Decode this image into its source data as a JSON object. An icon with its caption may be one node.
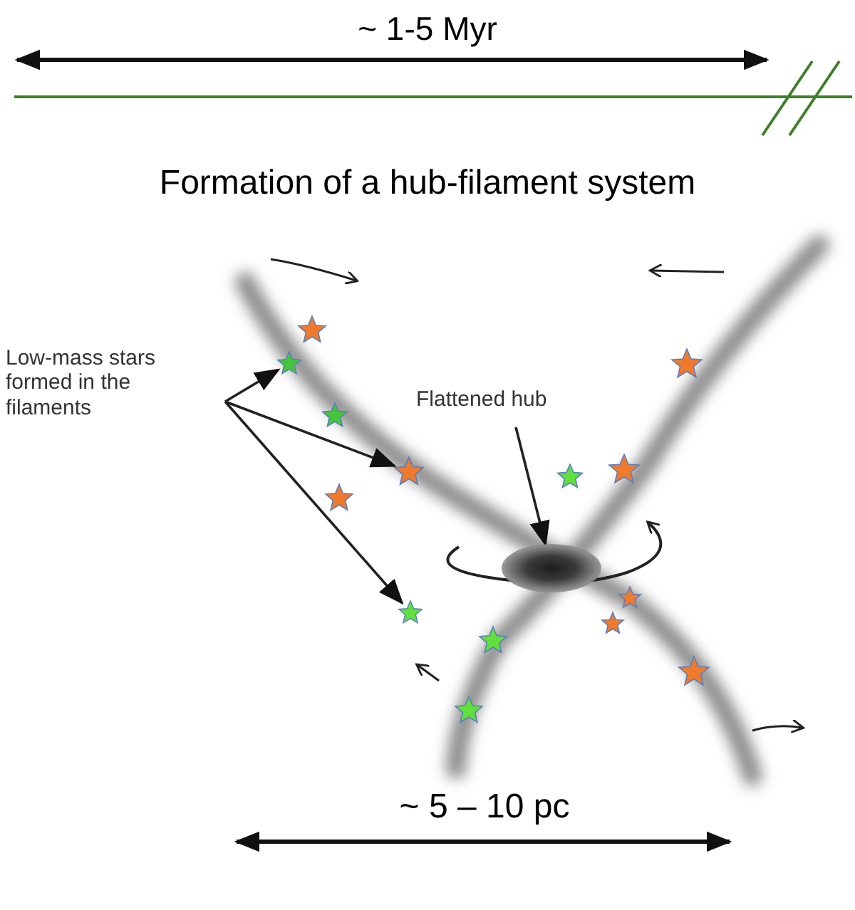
{
  "diagram": {
    "title": "Formation of a hub-filament system",
    "nodes": [
      {
        "text": [
          "Low-mass stars formed in the filaments"
        ]
      },
      {
        "text": [],
        "shape": "star"
      },
      {
        "text": [],
        "shape": "star"
      },
      {
        "text": [],
        "shape": "star"
      },
      {
        "text": [
          "Flattened hub"
        ]
      },
      {
        "text": [],
        "shape": "ellipse"
      }
    ],
    "edges": [
      {
        "from": 0,
        "to": 1,
        "arrow": "to"
      },
      {
        "from": 0,
        "to": 2,
        "arrow": "to"
      },
      {
        "from": 0,
        "to": 3,
        "arrow": "to"
      },
      {
        "from": 4,
        "to": 5,
        "arrow": "to"
      }
    ],
    "labels": [
      "~ 1-5 Myr",
      "~ 5 – 10 pc"
    ]
  }
}
